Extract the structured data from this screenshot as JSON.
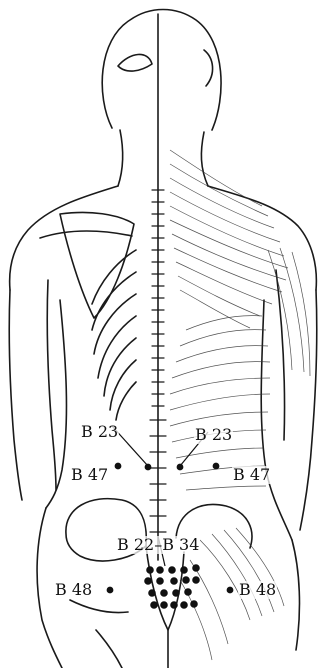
{
  "diagram": {
    "ink_color": "#1a1a1a",
    "background": "#ffffff",
    "points": {
      "b23_left": "B 23",
      "b23_right": "B 23",
      "b47_left": "B 47",
      "b47_right": "B 47",
      "b22_b34": "B 22–B 34",
      "b48_left": "B 48",
      "b48_right": "B 48"
    }
  }
}
